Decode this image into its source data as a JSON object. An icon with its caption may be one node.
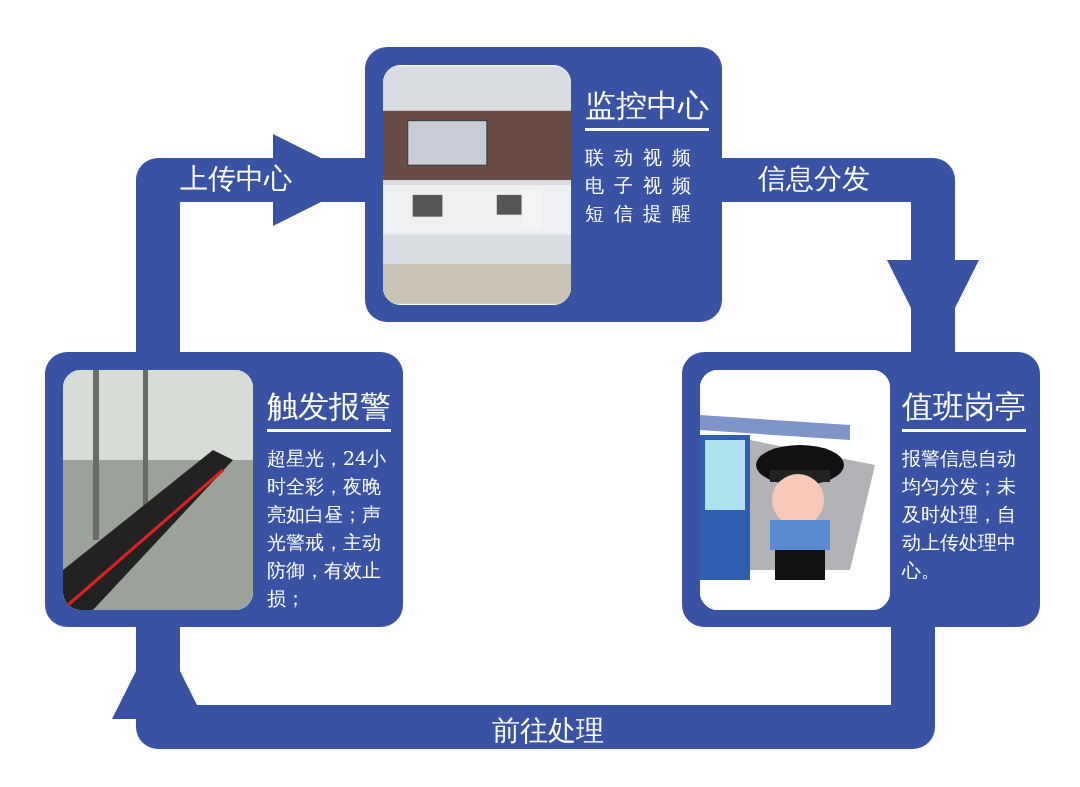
{
  "diagram": {
    "nodes": [
      {
        "text": [
          "监控中心",
          "联动视频电子视频短信提醒"
        ]
      },
      {
        "text": [
          "值班岗亭",
          "报警信息自动均匀分发；未及时处理，自动上传处理中心。"
        ]
      },
      {
        "text": [
          "触发报警",
          "超星光，24小时全彩，夜晚亮如白昼；声光警戒，主动防御，有效止损；"
        ]
      }
    ],
    "edges": [
      {
        "from": 2,
        "to": 0,
        "arrow": "to",
        "label": "上传中心"
      },
      {
        "from": 0,
        "to": 1,
        "arrow": "to",
        "label": "信息分发"
      },
      {
        "from": 1,
        "to": 2,
        "arrow": "to",
        "label": "前往处理"
      }
    ]
  }
}
